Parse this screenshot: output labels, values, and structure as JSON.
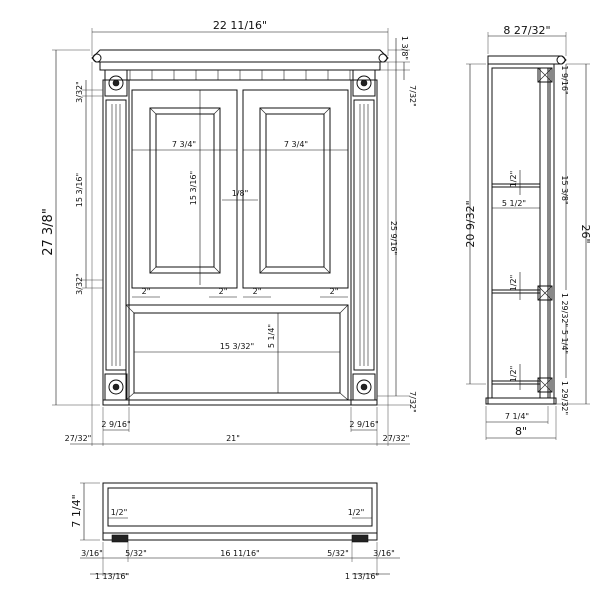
{
  "front": {
    "overall_width": "22 11/16\"",
    "overall_height": "27 3/8\"",
    "crown_height": "1 3/8\"",
    "top_rail": "7/32\"",
    "bottom_rail": "7/32\"",
    "door_top_margin": "3/32\"",
    "door_height_panel": "15 3/16\"",
    "door_bottom_margin": "3/32\"",
    "panel_width_left": "7 3/4\"",
    "panel_width_right": "7 3/4\"",
    "panel_height": "15 3/16\"",
    "door_gap": "1/8\"",
    "right_height": "25 9/16\"",
    "stile_1": "2\"",
    "stile_2": "2\"",
    "stile_3": "2\"",
    "stile_4": "2\"",
    "shelf_height": "5 1/4\"",
    "shelf_width": "15 3/32\"",
    "pilaster_left": "2 9/16\"",
    "pilaster_right": "2 9/16\"",
    "overhang_left": "27/32\"",
    "overhang_right": "27/32\"",
    "base_width": "21\""
  },
  "side": {
    "overall_depth": "8 27/32\"",
    "overall_height": "20 9/32\"",
    "top_block": "1 9/16\"",
    "upper_height": "15 3/8\"",
    "total_height": "26\"",
    "shelf_thick_1": "1/2\"",
    "shelf_depth": "5 1/2\"",
    "shelf_thick_2": "1/2\"",
    "mid_gap": "1 29/32\"",
    "lower_height": "5 1/4\"",
    "shelf_thick_3": "1/2\"",
    "bottom_gap": "1 29/32\"",
    "inner_depth": "7 1/4\"",
    "outer_depth": "8\""
  },
  "top": {
    "depth": "7 1/4\"",
    "left_thick": "1/2\"",
    "right_thick": "1/2\"",
    "left_edge": "3/16\"",
    "left_inset": "5/32\"",
    "inner_width": "16 11/16\"",
    "right_inset": "5/32\"",
    "right_edge": "3/16\"",
    "left_return": "1 13/16\"",
    "right_return": "1 13/16\""
  }
}
